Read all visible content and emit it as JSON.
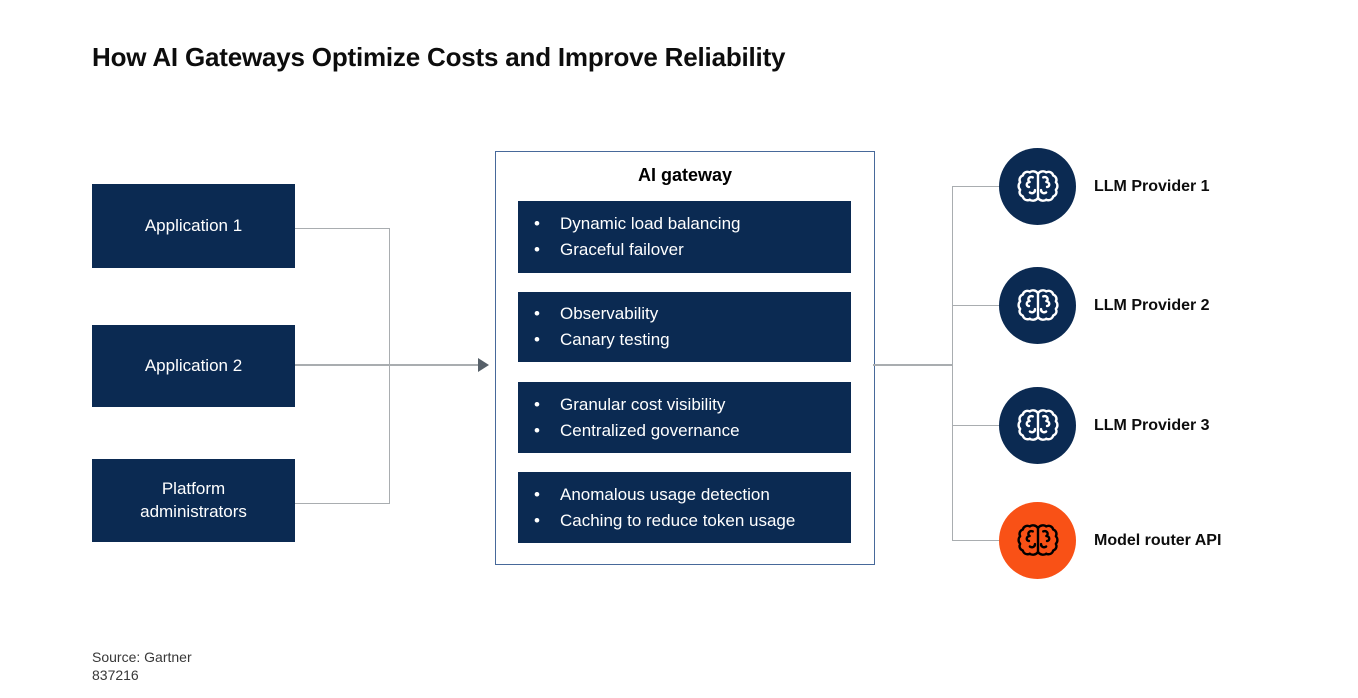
{
  "title": "How AI Gateways Optimize Costs and Improve Reliability",
  "left_nodes": [
    {
      "label": "Application 1"
    },
    {
      "label": "Application 2"
    },
    {
      "label": "Platform administrators"
    }
  ],
  "gateway": {
    "title": "AI gateway",
    "groups": [
      {
        "items": [
          "Dynamic load balancing",
          "Graceful failover"
        ]
      },
      {
        "items": [
          "Observability",
          "Canary testing"
        ]
      },
      {
        "items": [
          "Granular cost visibility",
          "Centralized governance"
        ]
      },
      {
        "items": [
          "Anomalous usage detection",
          "Caching to reduce token usage"
        ]
      }
    ]
  },
  "providers": [
    {
      "label": "LLM Provider 1",
      "icon": "brain-icon",
      "circle_color": "#0b2a52",
      "icon_color": "#ffffff"
    },
    {
      "label": "LLM Provider 2",
      "icon": "brain-icon",
      "circle_color": "#0b2a52",
      "icon_color": "#ffffff"
    },
    {
      "label": "LLM Provider 3",
      "icon": "brain-icon",
      "circle_color": "#0b2a52",
      "icon_color": "#ffffff"
    },
    {
      "label": "Model router API",
      "icon": "brain-icon",
      "circle_color": "#f95116",
      "icon_color": "#000000"
    }
  ],
  "footer": {
    "source": "Source: Gartner",
    "doc_number": "837216"
  },
  "colors": {
    "navy": "#0b2a52",
    "orange": "#f95116",
    "gateway_border": "#47699a",
    "connector_line": "#a9adb0",
    "arrow": "#566069"
  }
}
